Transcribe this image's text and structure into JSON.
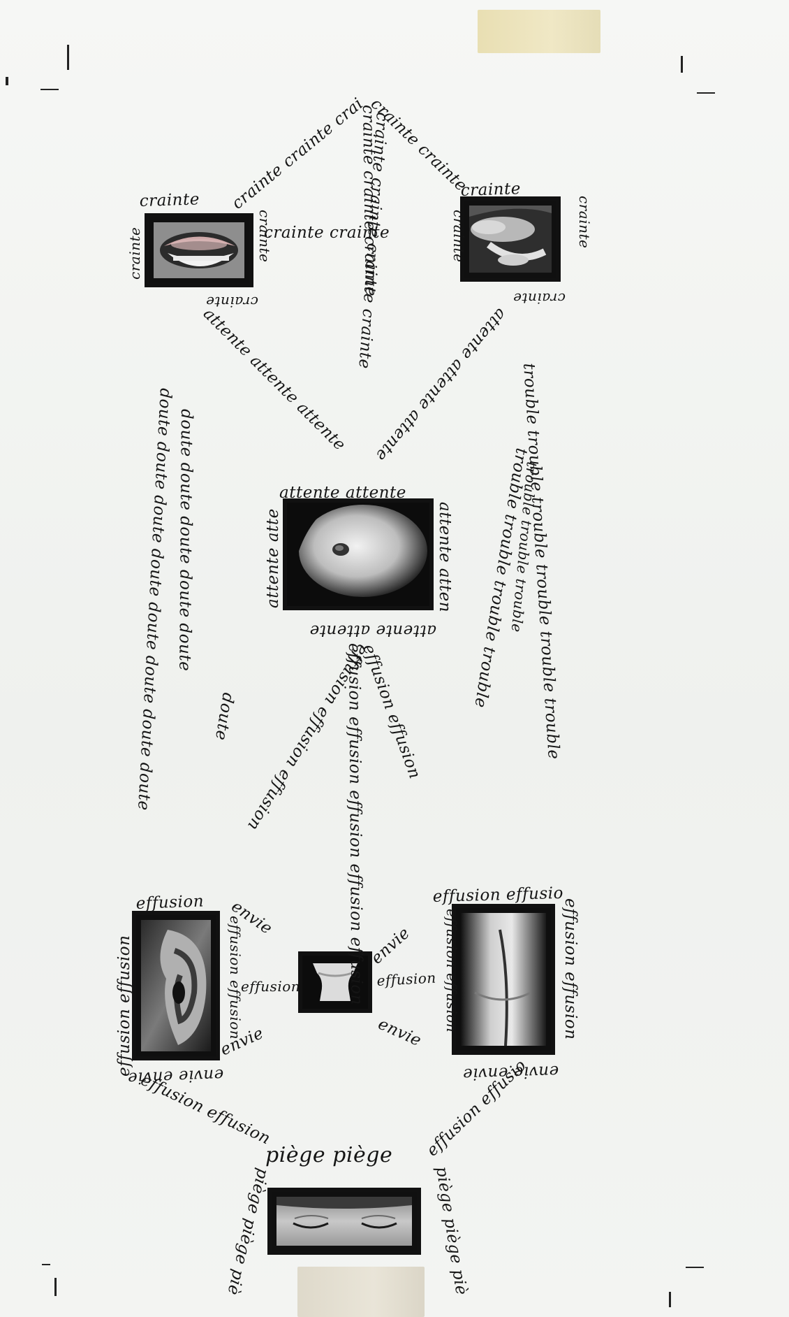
{
  "words": {
    "crainte": "crainte",
    "attente": "attente",
    "doute": "doute",
    "trouble": "trouble",
    "effusion": "effusion",
    "envie": "envie",
    "piege": "piège"
  },
  "photos": [
    {
      "name": "mouth-teeth-photo",
      "subject": "mouth-teeth"
    },
    {
      "name": "mouth-tongue-photo",
      "subject": "mouth-tongue"
    },
    {
      "name": "belly-photo",
      "subject": "belly-navel"
    },
    {
      "name": "ear-photo",
      "subject": "ear"
    },
    {
      "name": "vase-photo",
      "subject": "vase"
    },
    {
      "name": "buttocks-photo",
      "subject": "buttocks"
    },
    {
      "name": "closed-eyes-photo",
      "subject": "closed-eyes"
    }
  ],
  "colors": {
    "ink": "#151515",
    "paper": "#f4f5f3",
    "tape_top": "#ece2b8",
    "tape_bottom": "#e2ddcf"
  }
}
